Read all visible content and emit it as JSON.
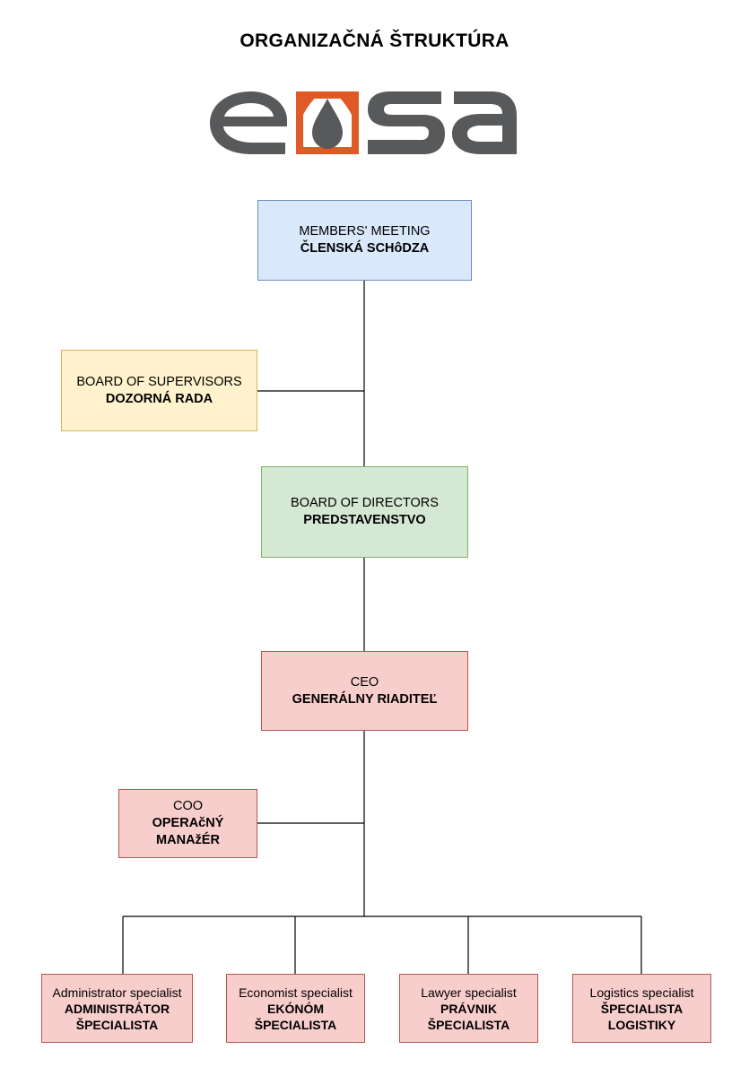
{
  "title": "ORGANIZAČNÁ ŠTRUKTÚRA",
  "logo": {
    "text": "eosa",
    "gray": "#58595b",
    "orange": "#e05a27"
  },
  "colors": {
    "blue_fill": "#dae8fc",
    "blue_border": "#6c8ebf",
    "yellow_fill": "#fff2cc",
    "yellow_border": "#d6b656",
    "green_fill": "#d5e8d4",
    "green_border": "#82b366",
    "red_fill": "#f8cecc",
    "red_border": "#b85450"
  },
  "nodes": {
    "members_meeting": {
      "en": "MEMBERS' MEETING",
      "sk": "ČLENSKÁ SCHôDZA"
    },
    "board_supervisors": {
      "en": "BOARD OF SUPERVISORS",
      "sk": "DOZORNÁ RADA"
    },
    "board_directors": {
      "en": "BOARD OF DIRECTORS",
      "sk": "PREDSTAVENSTVO"
    },
    "ceo": {
      "en": "CEO",
      "sk": "GENERÁLNY RIADITEĽ"
    },
    "coo": {
      "en": "COO",
      "sk": "OPERAčNÝ\nMANAžÉR"
    },
    "administrator": {
      "en": "Administrator specialist",
      "sk": "ADMINISTRÁTOR\nŠPECIALISTA"
    },
    "economist": {
      "en": "Economist specialist",
      "sk": "EKÓNÓM\nŠPECIALISTA"
    },
    "lawyer": {
      "en": "Lawyer specialist",
      "sk": "PRÁVNIK\nŠPECIALISTA"
    },
    "logistics": {
      "en": "Logistics specialist",
      "sk": "ŠPECIALISTA\nLOGISTIKY"
    }
  }
}
